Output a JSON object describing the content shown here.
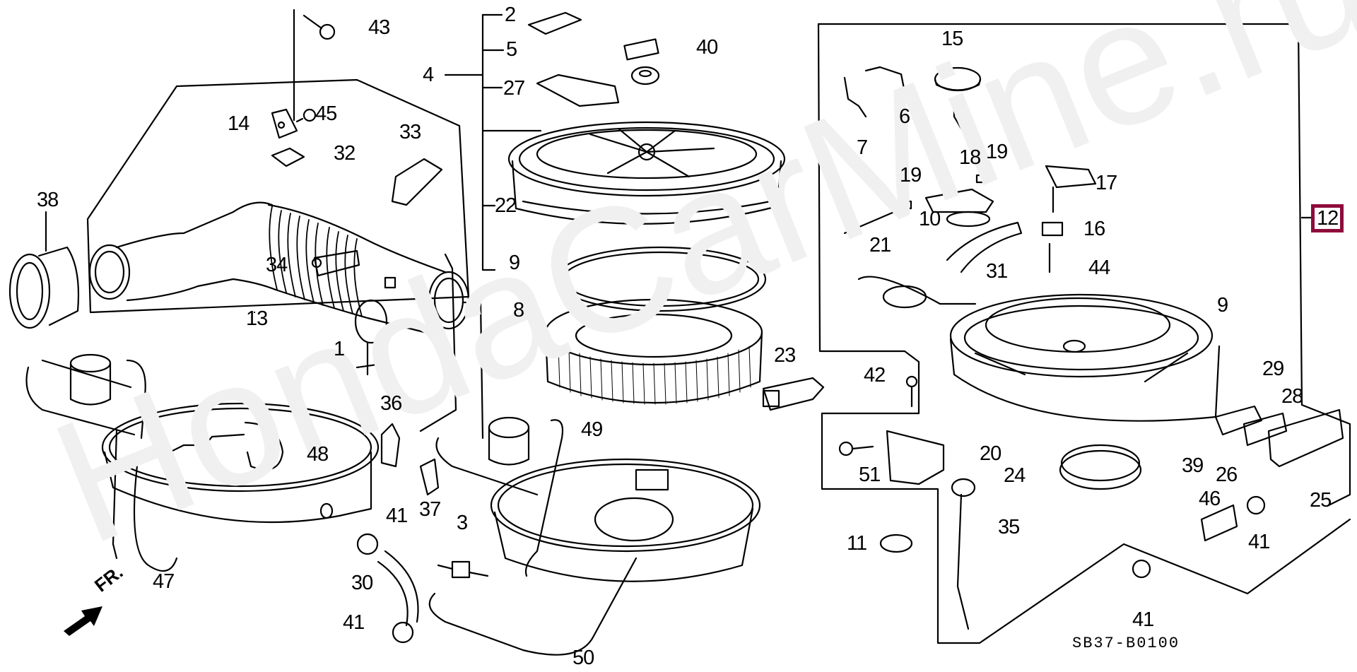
{
  "diagram": {
    "title": "Honda air cleaner assembly exploded parts diagram",
    "watermark": "HondaCarMine.ru",
    "drawing_code": "SB37-B0100",
    "direction_label": "FR.",
    "highlighted_part": "12",
    "accent_color": "#8e0b3c",
    "callouts": [
      "43",
      "45",
      "14",
      "32",
      "33",
      "38",
      "34",
      "13",
      "2",
      "5",
      "40",
      "4",
      "27",
      "22",
      "9",
      "8",
      "1",
      "36",
      "48",
      "37",
      "41",
      "3",
      "30",
      "41",
      "47",
      "50",
      "49",
      "23",
      "15",
      "6",
      "7",
      "19",
      "18",
      "19",
      "17",
      "10",
      "16",
      "21",
      "44",
      "31",
      "9",
      "42",
      "29",
      "28",
      "20",
      "51",
      "39",
      "26",
      "24",
      "25",
      "46",
      "35",
      "41",
      "11",
      "41"
    ]
  }
}
